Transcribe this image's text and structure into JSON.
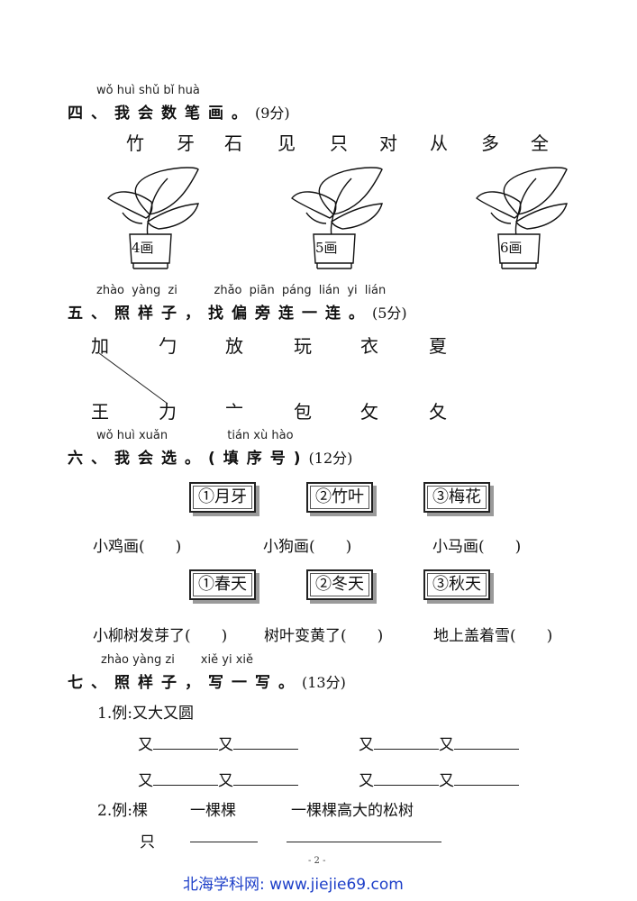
{
  "section4": {
    "pinyin": [
      "wǒ",
      "huì",
      "shǔ",
      "bǐ",
      "huà"
    ],
    "heading": "四、我会数笔画。",
    "points": "(9分)",
    "chars": [
      "竹",
      "牙",
      "石",
      "见",
      "只",
      "对",
      "从",
      "多",
      "全"
    ],
    "pots": [
      "4画",
      "5画",
      "6画"
    ]
  },
  "section5": {
    "pinyin": [
      "zhào",
      "yàng",
      "zi",
      "zhǎo",
      "piān",
      "páng",
      "lián",
      "yi",
      "lián"
    ],
    "heading": "五、照样子，找偏旁连一连。",
    "points": "(5分)",
    "top_row": [
      "加",
      "勹",
      "放",
      "玩",
      "衣",
      "夏"
    ],
    "bottom_row": [
      "王",
      "力",
      "亠",
      "包",
      "攵",
      "夂"
    ]
  },
  "section6": {
    "pinyin": [
      "wǒ",
      "huì",
      "xuǎn",
      "tián",
      "xù",
      "hào"
    ],
    "heading": "六、我会选。(填序号)",
    "points": "(12分)",
    "group1": [
      "①月牙",
      "②竹叶",
      "③梅花"
    ],
    "questions1": [
      "小鸡画(　　)",
      "小狗画(　　)",
      "小马画(　　)"
    ],
    "group2": [
      "①春天",
      "②冬天",
      "③秋天"
    ],
    "questions2": [
      "小柳树发芽了(　　)",
      "树叶变黄了(　　)",
      "地上盖着雪(　　)"
    ]
  },
  "section7": {
    "pinyin": [
      "zhào",
      "yàng",
      "zi",
      "xiě",
      "yi",
      "xiě"
    ],
    "heading": "七、照样子，写一写。",
    "points": "(13分)",
    "ex1_label": "1.例:又大又圆",
    "you": "又",
    "ex2_label": "2.例:棵",
    "ex2_word": "一棵棵",
    "ex2_phrase": "一棵棵高大的松树",
    "ex2_q": "只"
  },
  "page_number": "- 2 -",
  "footer": "北海学科网: www.jiejie69.com"
}
